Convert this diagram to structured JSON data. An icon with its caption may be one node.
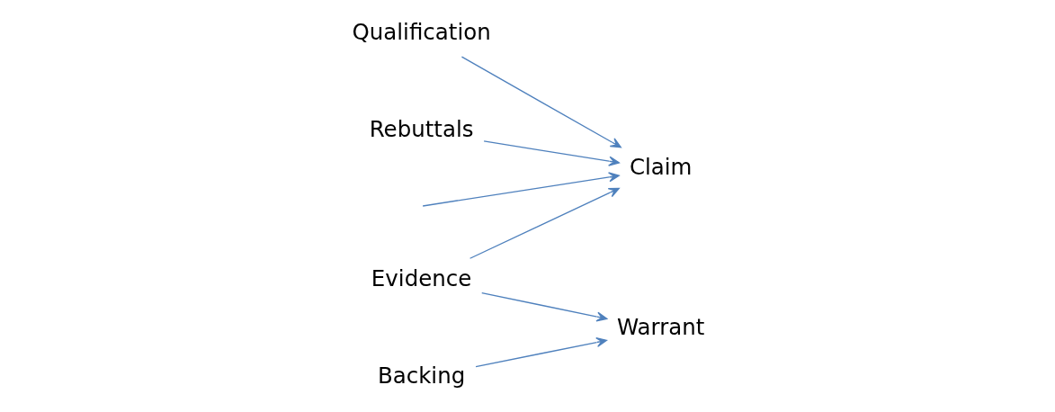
{
  "diagram": {
    "nodes": [
      {
        "text": [
          "Qualification"
        ]
      },
      {
        "text": [
          "Evidence"
        ]
      },
      {
        "text": [
          "Claim"
        ]
      },
      {
        "text": [
          "Warrant"
        ]
      },
      {
        "text": [
          "Backing"
        ]
      },
      {
        "text": [
          "Rebuttals"
        ]
      }
    ],
    "edges": [
      {
        "from": 0,
        "to": 2,
        "arrow": "to"
      },
      {
        "from": 1,
        "to": 2,
        "arrow": "to"
      },
      {
        "from": null,
        "to": 2,
        "arrow": "to"
      },
      {
        "from": 1,
        "to": 3,
        "arrow": "to"
      },
      {
        "from": 4,
        "to": 3,
        "arrow": "to"
      },
      {
        "from": 5,
        "to": 2,
        "arrow": "to"
      }
    ]
  }
}
